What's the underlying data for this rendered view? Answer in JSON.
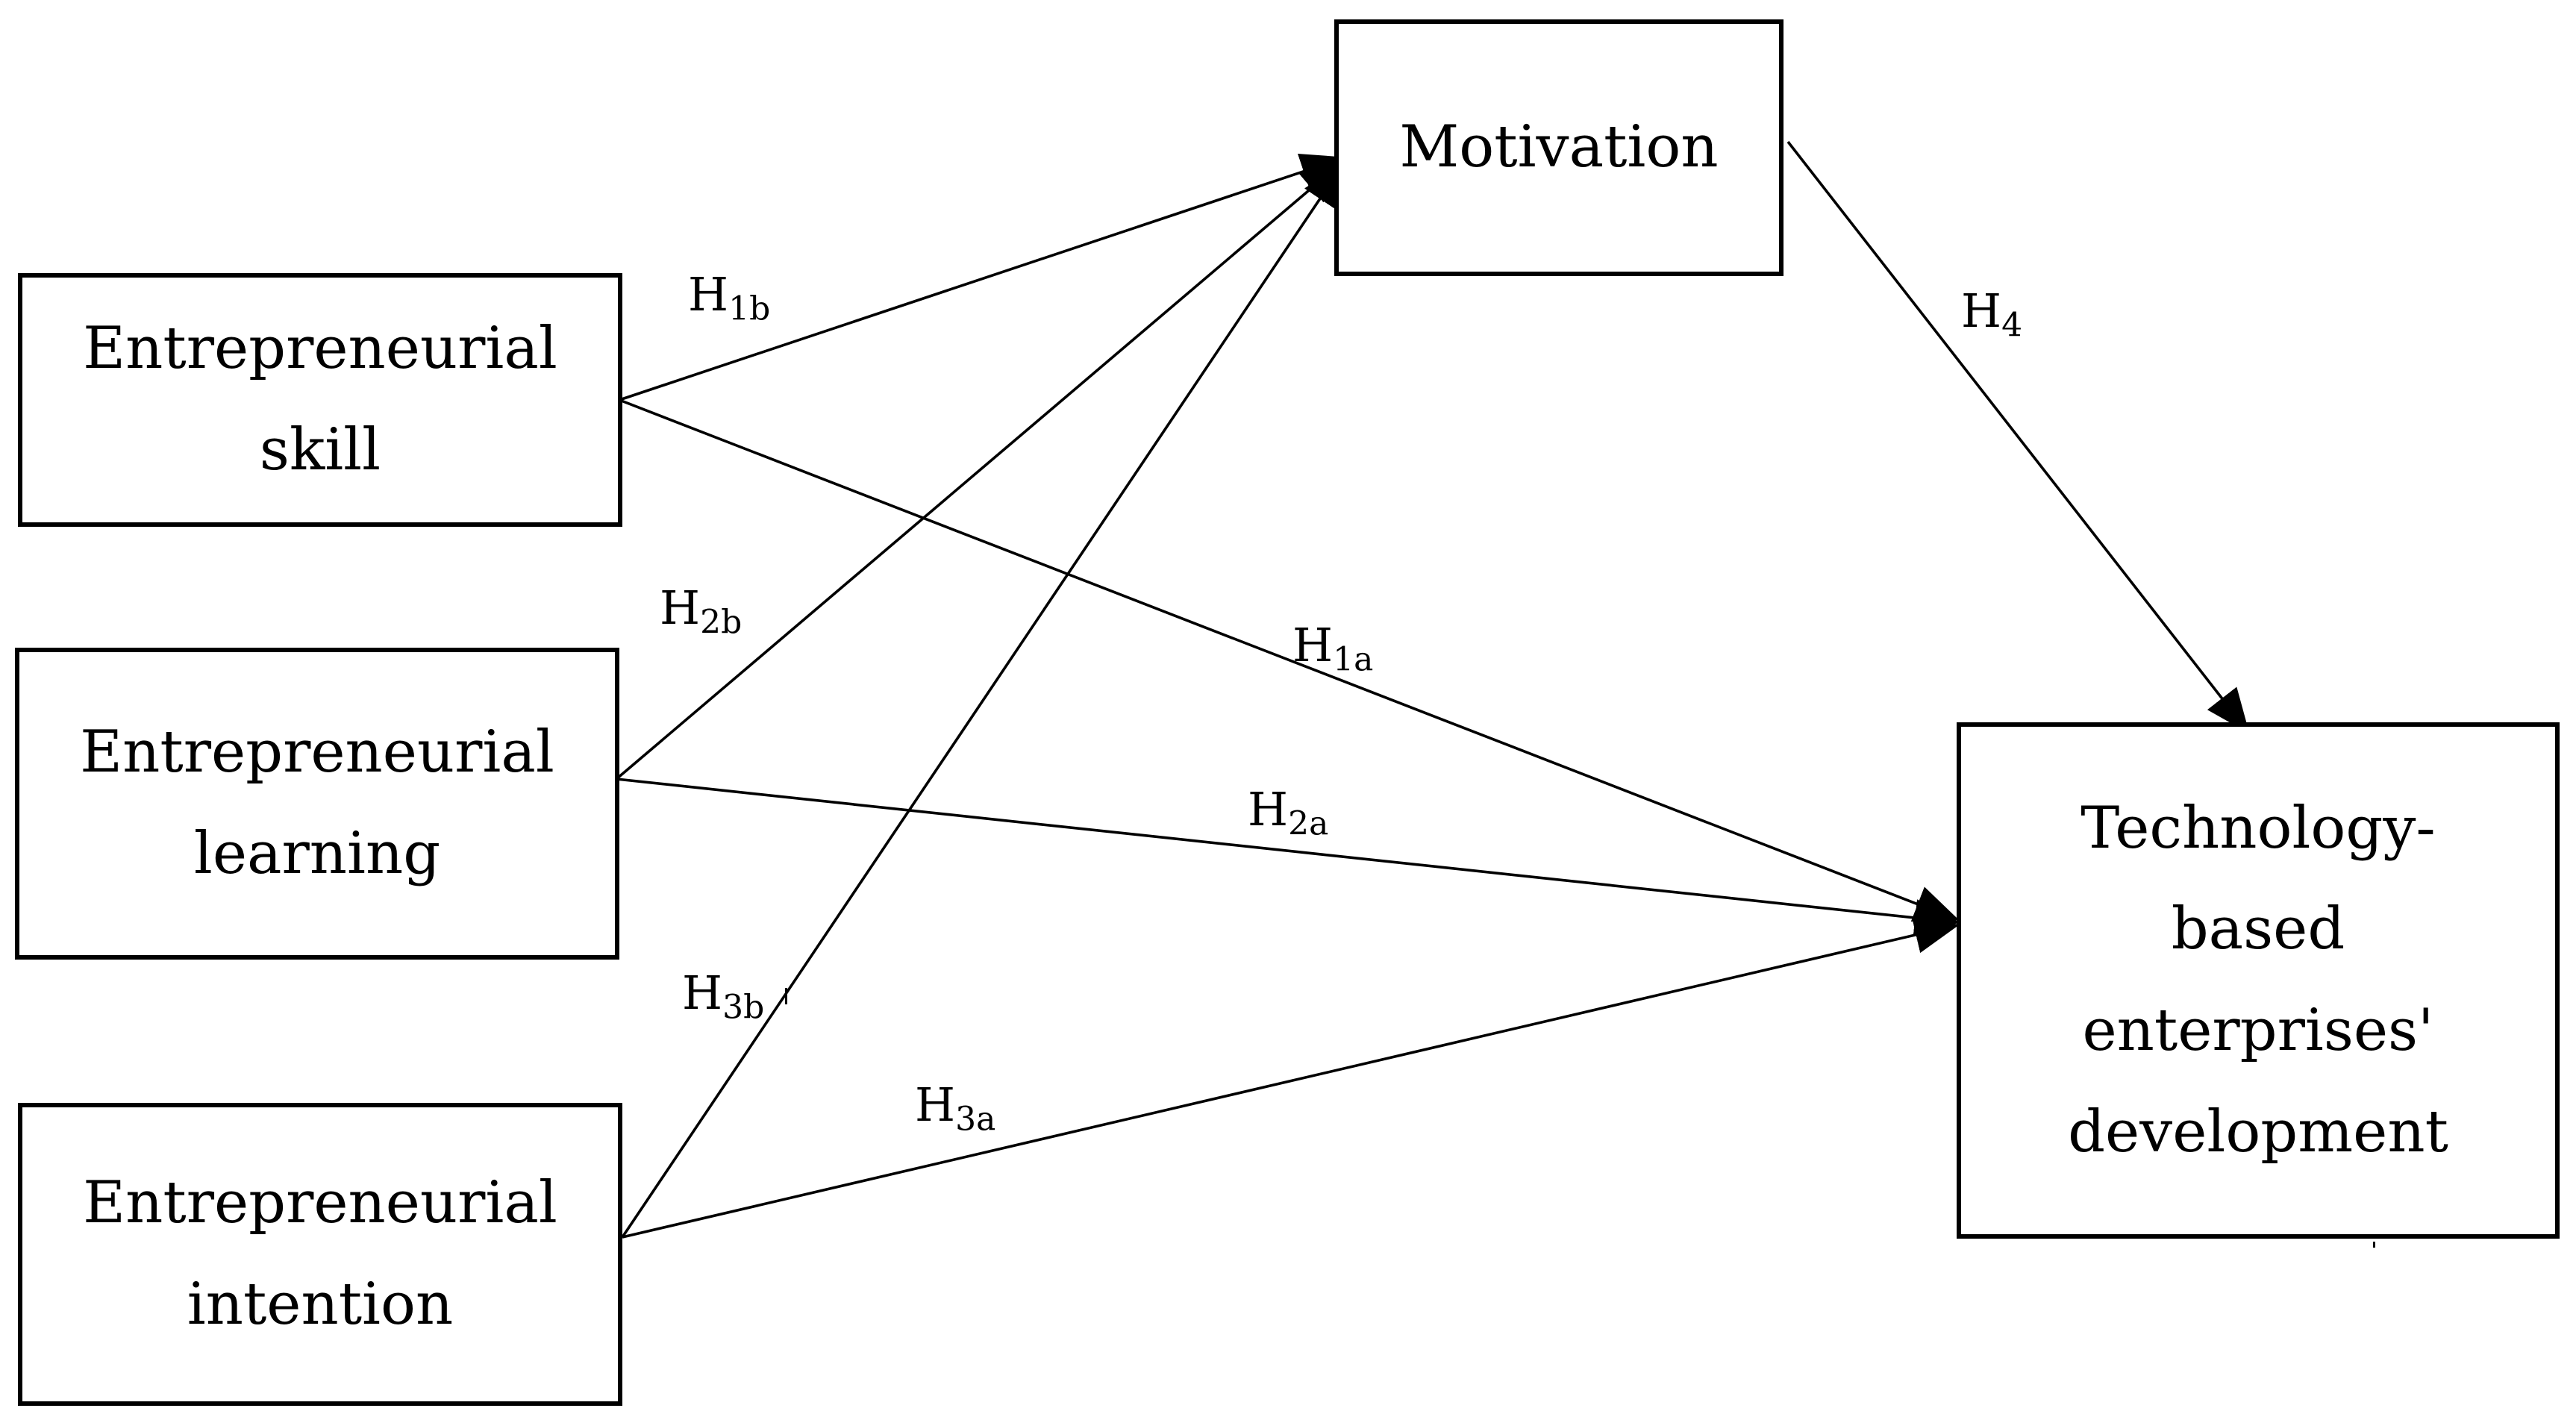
{
  "nodes": {
    "skill": {
      "lines": [
        "Entrepreneurial",
        "skill"
      ]
    },
    "learning": {
      "lines": [
        "Entrepreneurial",
        "learning"
      ]
    },
    "intention": {
      "lines": [
        "Entrepreneurial",
        "intention"
      ]
    },
    "motivation": {
      "lines": [
        "Motivation"
      ]
    },
    "tbed": {
      "lines": [
        "Technology-",
        "based",
        "enterprises'",
        "development"
      ]
    }
  },
  "hypotheses": {
    "h1b": {
      "main": "H",
      "sub": "1b"
    },
    "h2b": {
      "main": "H",
      "sub": "2b"
    },
    "h3b": {
      "main": "H",
      "sub": "3b"
    },
    "h1a": {
      "main": "H",
      "sub": "1a"
    },
    "h2a": {
      "main": "H",
      "sub": "2a"
    },
    "h3a": {
      "main": "H",
      "sub": "3a"
    },
    "h4": {
      "main": "H",
      "sub": "4"
    }
  },
  "edges": [
    {
      "from": "skill",
      "to": "motivation",
      "label": "h1b"
    },
    {
      "from": "learning",
      "to": "motivation",
      "label": "h2b"
    },
    {
      "from": "intention",
      "to": "motivation",
      "label": "h3b"
    },
    {
      "from": "skill",
      "to": "tbed",
      "label": "h1a"
    },
    {
      "from": "learning",
      "to": "tbed",
      "label": "h2a"
    },
    {
      "from": "intention",
      "to": "tbed",
      "label": "h3a"
    },
    {
      "from": "motivation",
      "to": "tbed",
      "label": "h4"
    }
  ]
}
